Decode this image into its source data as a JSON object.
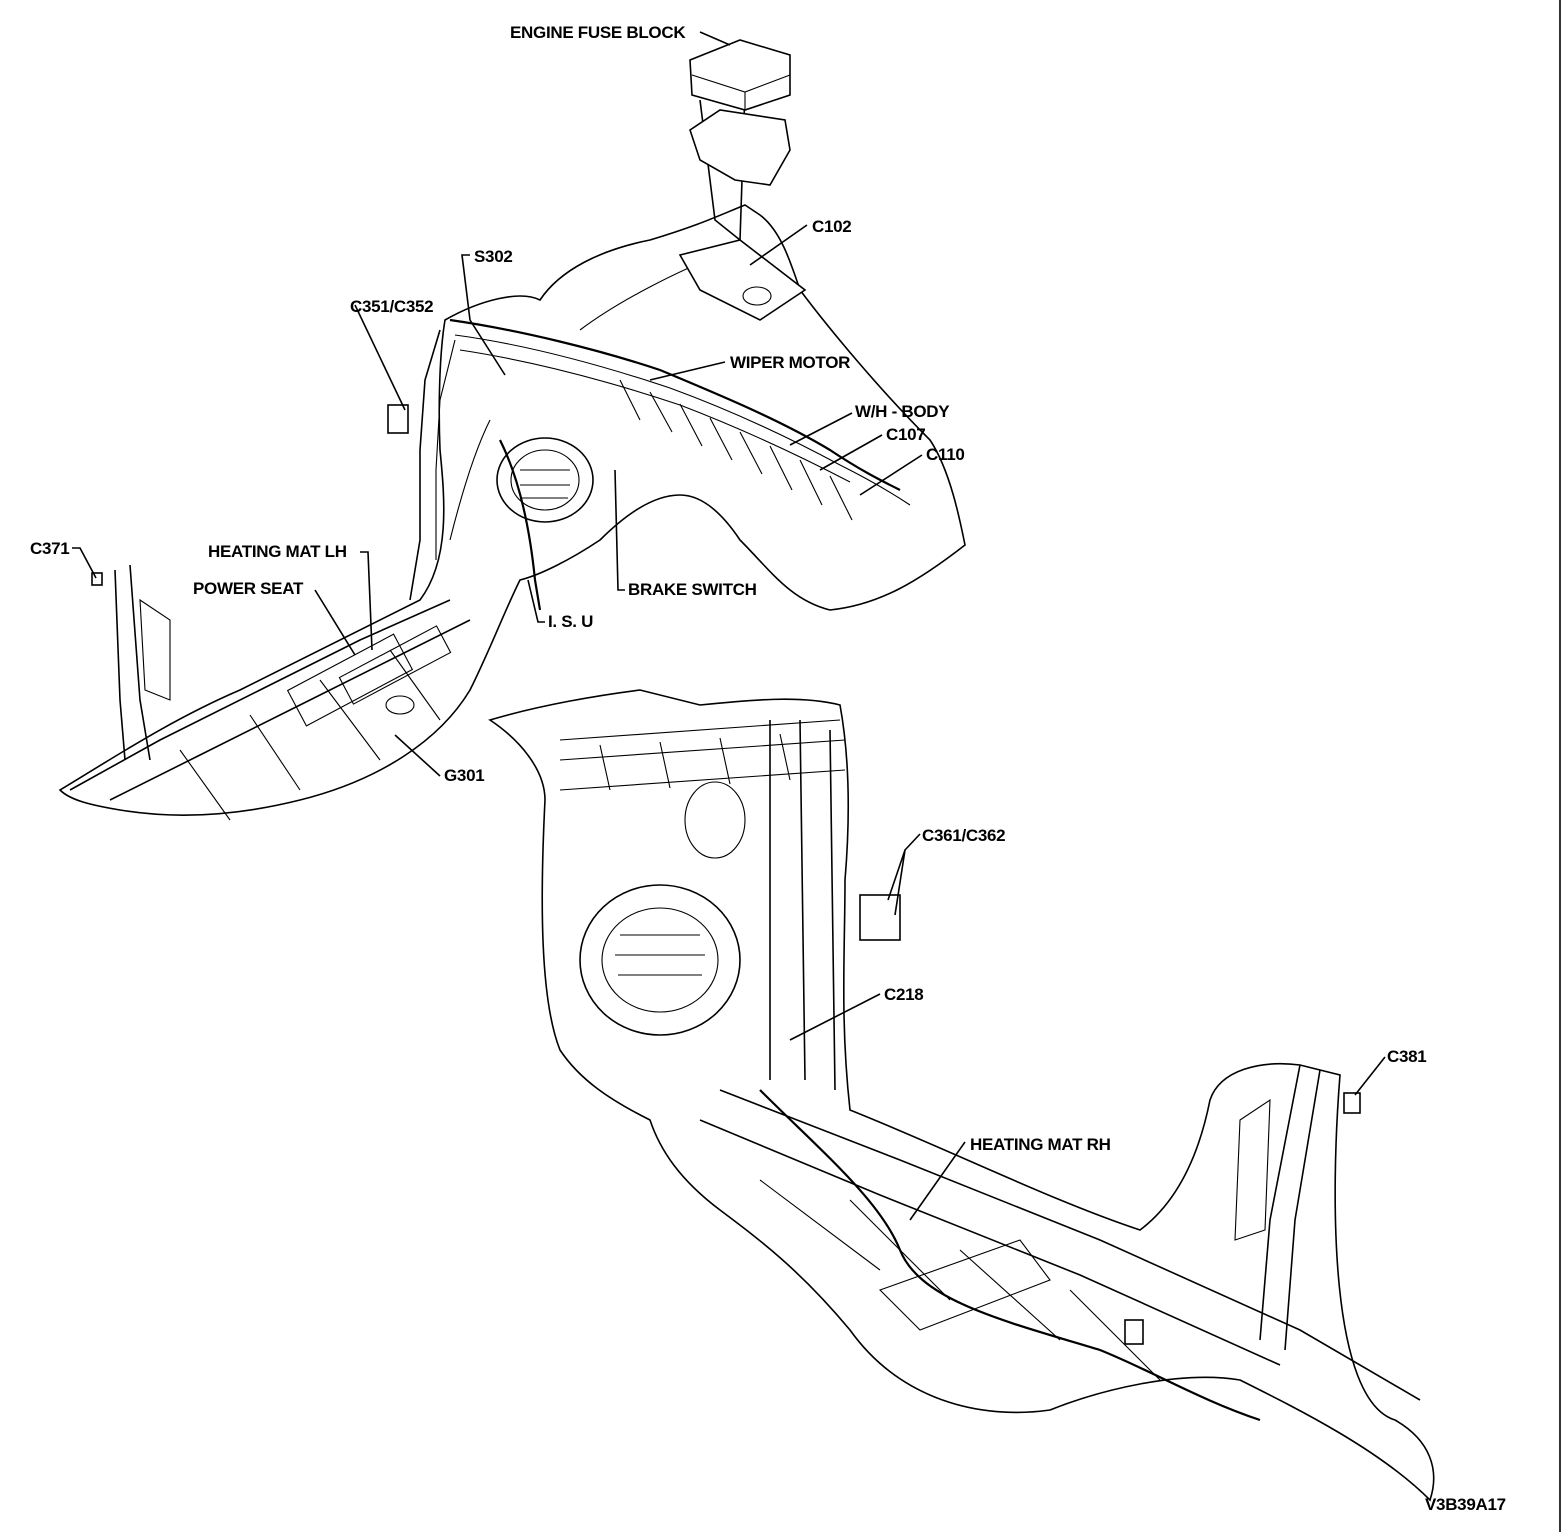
{
  "labels": {
    "engine_fuse_block": "ENGINE FUSE BLOCK",
    "c102": "C102",
    "s302": "S302",
    "c351_c352": "C351/C352",
    "wiper_motor": "WIPER MOTOR",
    "wh_body": "W/H - BODY",
    "c107": "C107",
    "c110": "C110",
    "c371": "C371",
    "heating_mat_lh": "HEATING MAT LH",
    "power_seat": "POWER SEAT",
    "brake_switch": "BRAKE SWITCH",
    "isu": "I. S. U",
    "g301": "G301",
    "c361_c362": "C361/C362",
    "c218": "C218",
    "c381": "C381",
    "heating_mat_rh": "HEATING MAT RH",
    "figure_code": "V3B39A17"
  }
}
